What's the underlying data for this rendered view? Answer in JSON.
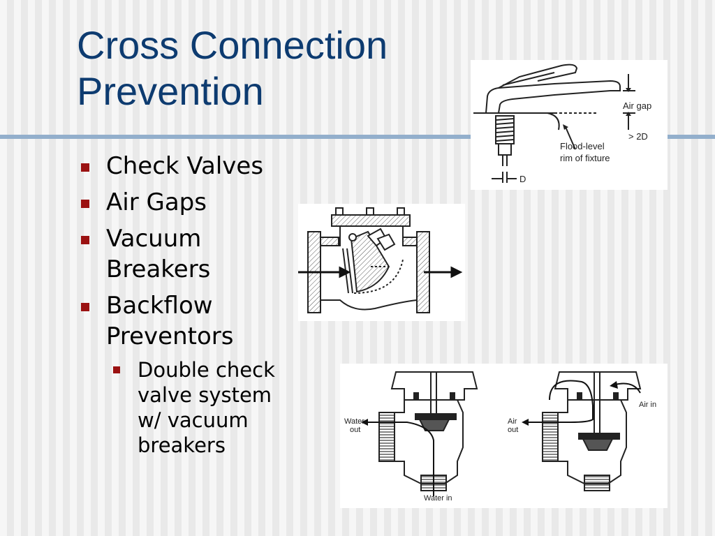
{
  "slide": {
    "title_lines": [
      "Cross Connection",
      "Prevention"
    ],
    "bullets": [
      {
        "lines": [
          "Check Valves"
        ]
      },
      {
        "lines": [
          "Air Gaps"
        ]
      },
      {
        "lines": [
          "Vacuum",
          "Breakers"
        ]
      },
      {
        "lines": [
          "Backflow",
          "Preventors"
        ]
      }
    ],
    "sub_bullet": {
      "lines": [
        "Double check",
        "valve system",
        "w/ vacuum",
        "breakers"
      ]
    }
  },
  "figures": {
    "air_gap": {
      "label_air_gap": "Air gap",
      "label_2d": "> 2D",
      "label_flood_1": "Flood-level",
      "label_flood_2": "rim of fixture",
      "label_d": "D"
    },
    "vacuum_breaker": {
      "label_water_out_1": "Water",
      "label_water_out_2": "out",
      "label_water_in": "Water in",
      "label_air_out_1": "Air",
      "label_air_out_2": "out",
      "label_air_in": "Air in"
    }
  },
  "colors": {
    "title": "#0d3b70",
    "bullet_marker": "#9b1212",
    "rule": "#93afcc"
  }
}
